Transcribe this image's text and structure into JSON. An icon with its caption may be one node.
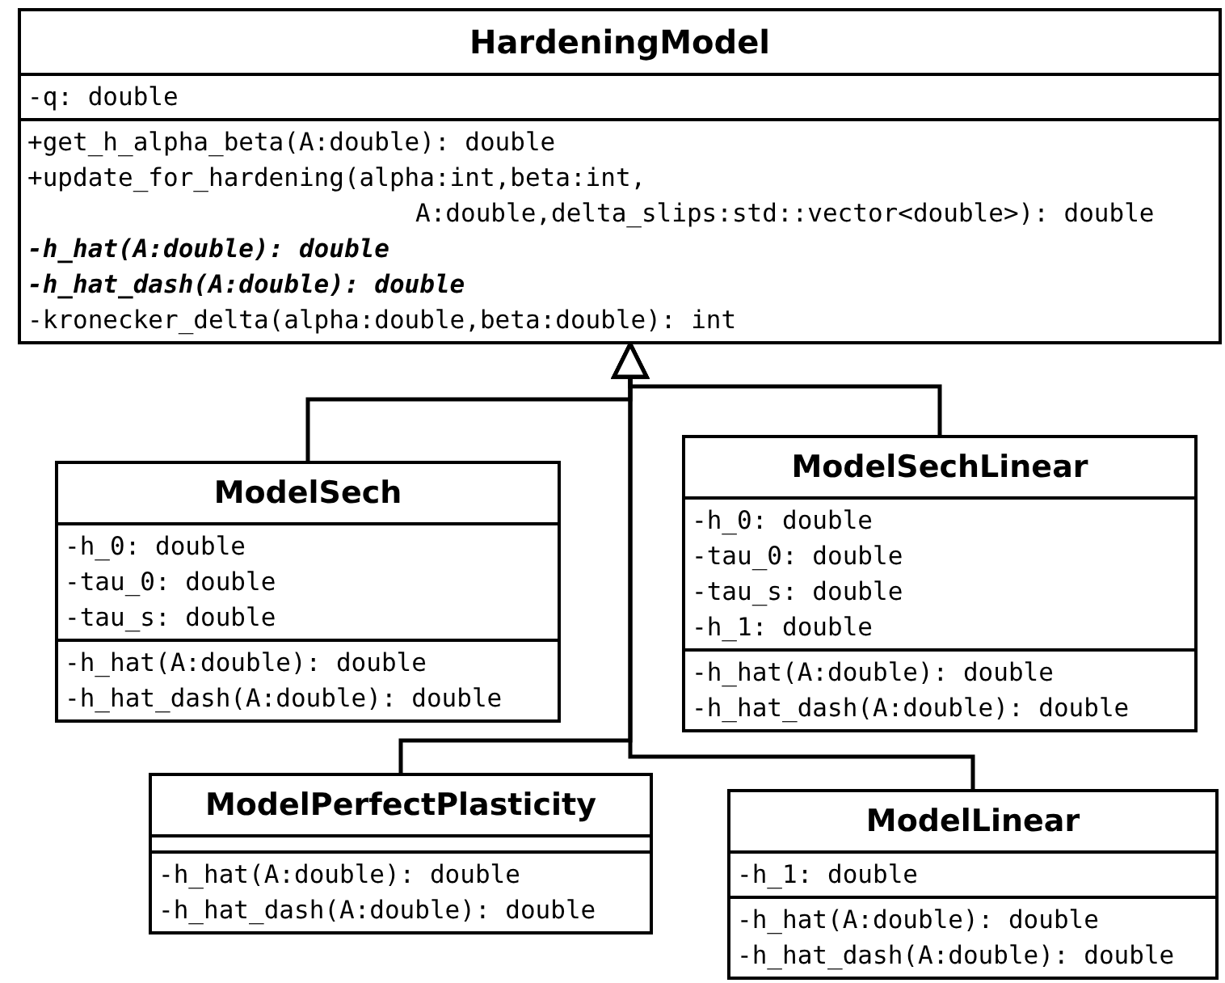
{
  "diagram": {
    "nodes": [
      {
        "text": [
          "HardeningModel"
        ]
      },
      {
        "text": [
          "-q: double"
        ],
        "in": 0
      },
      {
        "text": [
          "+get_h_alpha_beta(A:double): double",
          "+update_for_hardening(alpha:int,beta:int, A:double,delta_slips:std::vector<double>): double",
          "*-h_hat(A:double): double*",
          "*-h_hat_dash(A:double): double*",
          "-kronecker_delta(alpha:double,beta:double): int"
        ],
        "in": 0
      },
      {
        "text": [
          "ModelSech"
        ]
      },
      {
        "text": [
          "-h_0: double",
          "-tau_0: double",
          "-tau_s: double"
        ],
        "in": 3
      },
      {
        "text": [
          "-h_hat(A:double): double",
          "-h_hat_dash(A:double): double"
        ],
        "in": 3
      },
      {
        "text": [
          "ModelSechLinear"
        ]
      },
      {
        "text": [
          "-h_0: double",
          "-tau_0: double",
          "-tau_s: double",
          "-h_1: double"
        ],
        "in": 6
      },
      {
        "text": [
          "-h_hat(A:double): double",
          "-h_hat_dash(A:double): double"
        ],
        "in": 6
      },
      {
        "text": [
          "ModelPerfectPlasticity"
        ]
      },
      {
        "text": [],
        "shape": "box",
        "in": 9
      },
      {
        "text": [
          "-h_hat(A:double): double",
          "-h_hat_dash(A:double): double"
        ],
        "in": 9
      },
      {
        "text": [
          "ModelLinear"
        ]
      },
      {
        "text": [
          "-h_1: double"
        ],
        "in": 12
      },
      {
        "text": [
          "-h_hat(A:double): double",
          "-h_hat_dash(A:double): double"
        ],
        "in": 12
      }
    ],
    "edges": [
      {
        "from": 3,
        "to": 0,
        "arrow": "to"
      },
      {
        "from": 6,
        "to": 0,
        "arrow": "to"
      },
      {
        "from": 9,
        "to": 0,
        "arrow": "to"
      },
      {
        "from": 12,
        "to": 0,
        "arrow": "to"
      }
    ]
  }
}
